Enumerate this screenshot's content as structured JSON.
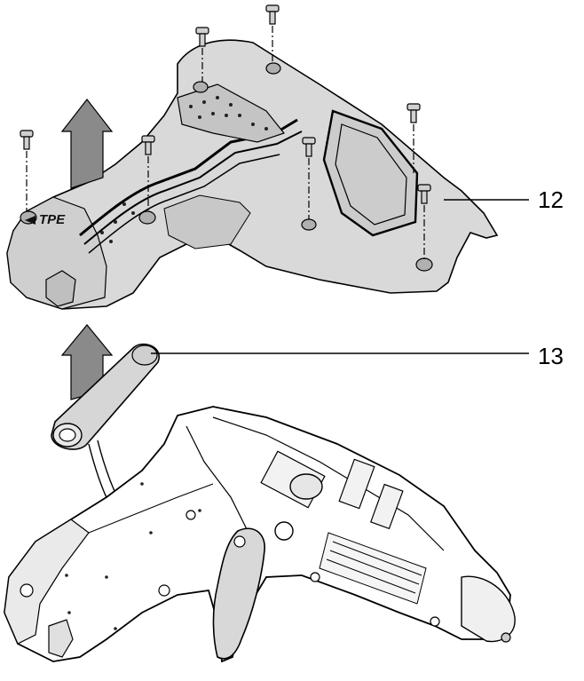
{
  "figure": {
    "callouts": [
      {
        "id": "12",
        "label": "12"
      },
      {
        "id": "13",
        "label": "13"
      }
    ],
    "housing_material_label": "TPE",
    "colors": {
      "housing_fill": "#d9d9d9",
      "housing_dark": "#b8b8b8",
      "arrow_fill": "#8a8a8a",
      "line": "#000000",
      "inner_body": "#ffffff"
    },
    "icons": [
      "up-arrow-icon",
      "screw-icon",
      "battery-icon"
    ]
  }
}
